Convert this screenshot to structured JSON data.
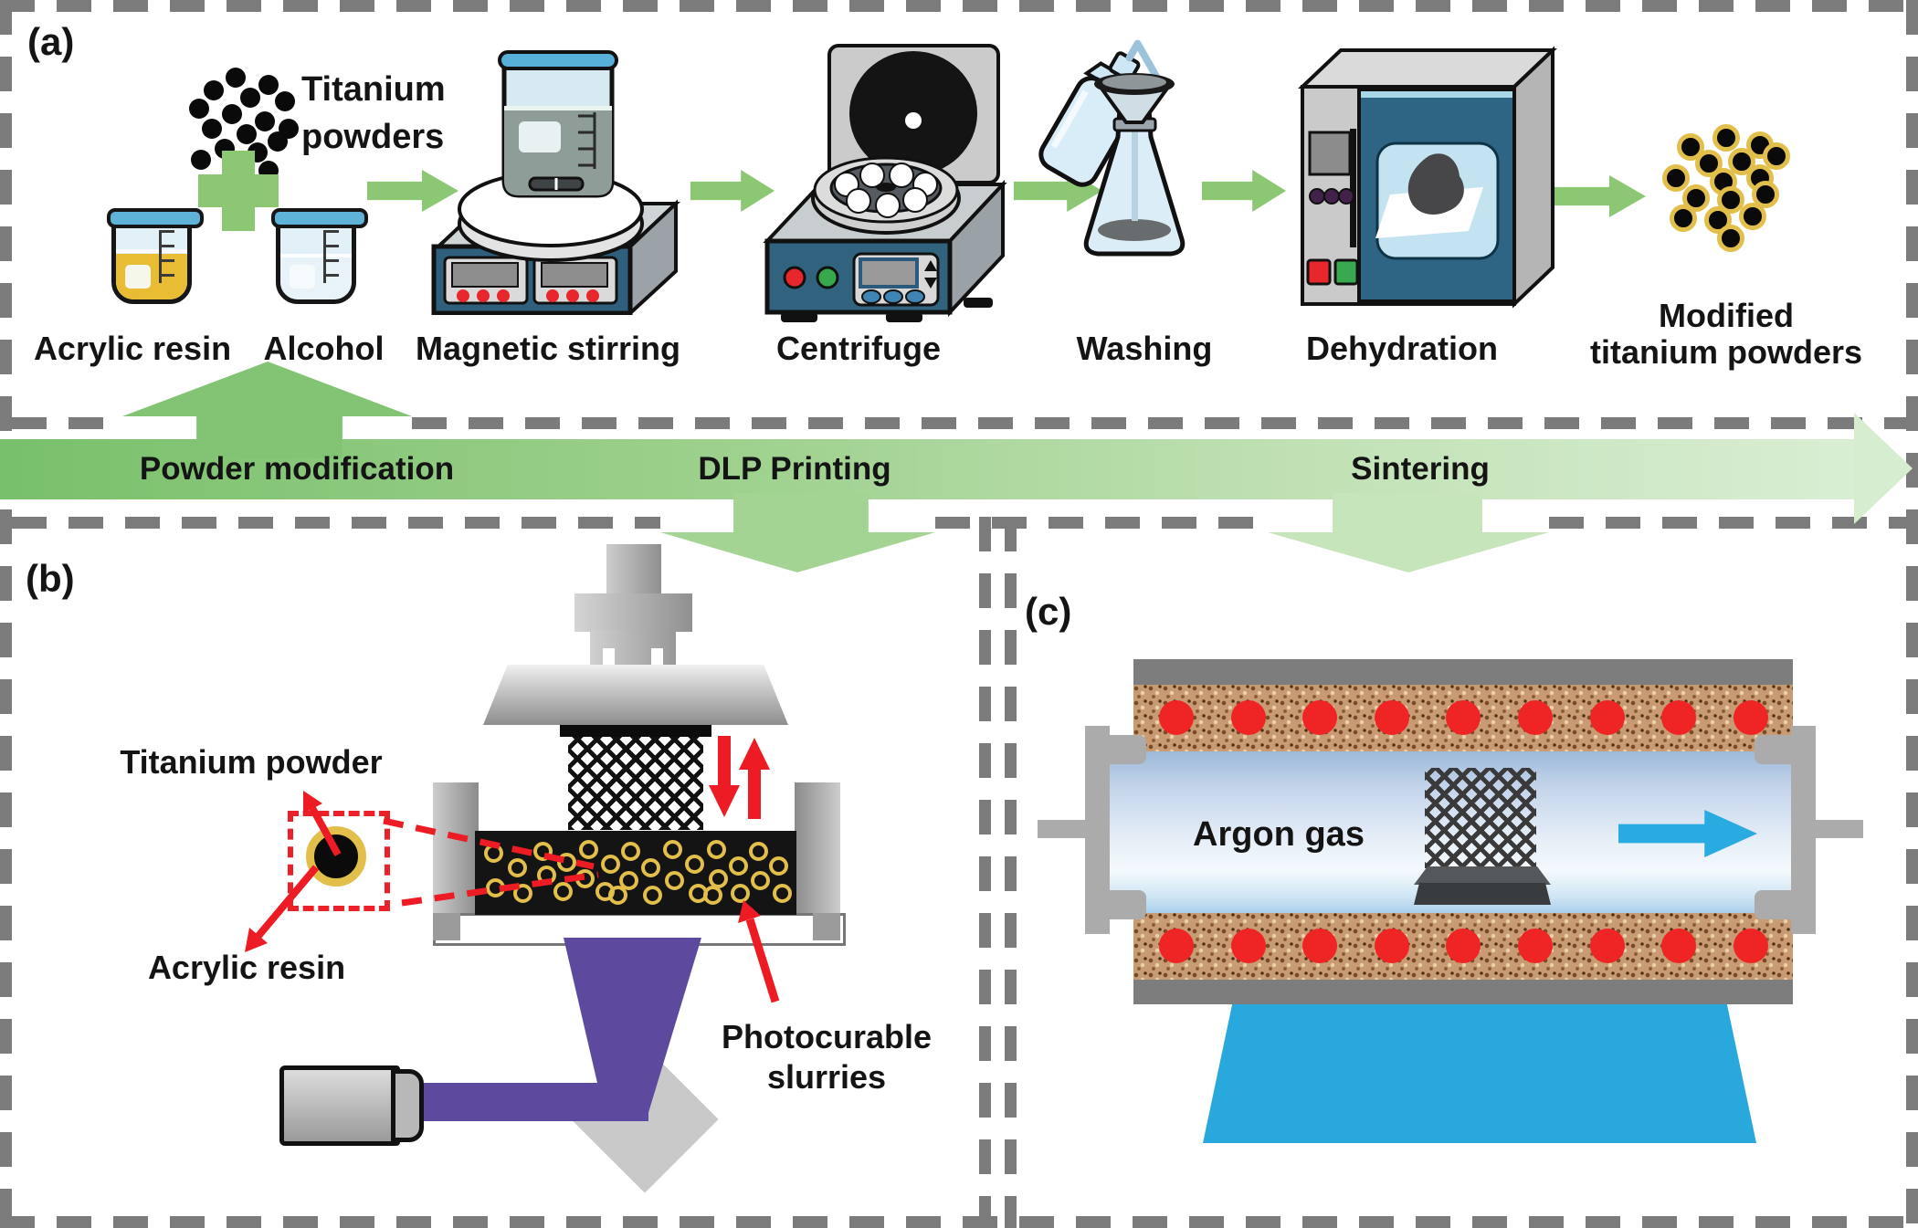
{
  "figure": {
    "panel_a": {
      "label": "(a)",
      "titanium_powders": {
        "line1": "Titanium",
        "line2": "powders"
      },
      "steps": {
        "acrylic_resin": "Acrylic resin",
        "alcohol": "Alcohol",
        "magnetic_stirring": "Magnetic stirring",
        "centrifuge": "Centrifuge",
        "washing": "Washing",
        "dehydration": "Dehydration"
      },
      "modified_powders": {
        "line1": "Modified",
        "line2": "titanium powders"
      }
    },
    "banner": {
      "stage1": "Powder modification",
      "stage2": "DLP Printing",
      "stage3": "Sintering"
    },
    "panel_b": {
      "label": "(b)",
      "titanium_powder_label": "Titanium powder",
      "acrylic_resin_label": "Acrylic resin",
      "photocurable": {
        "line1": "Photocurable",
        "line2": "slurries"
      }
    },
    "panel_c": {
      "label": "(c)",
      "argon_gas_label": "Argon gas"
    },
    "colors": {
      "banner_green_dark": "#79c06b",
      "banner_green_light": "#d9eed3",
      "arrow_green": "#8cc873",
      "red_accent": "#ed1c24",
      "uv_purple": "#5d4a9e",
      "argon_blue": "#29abe2",
      "machine_blue": "#31637f",
      "powder_gold": "#e2bf4a",
      "insulation_tan": "#c99b72",
      "dash_gray": "#7b7b7b"
    }
  }
}
